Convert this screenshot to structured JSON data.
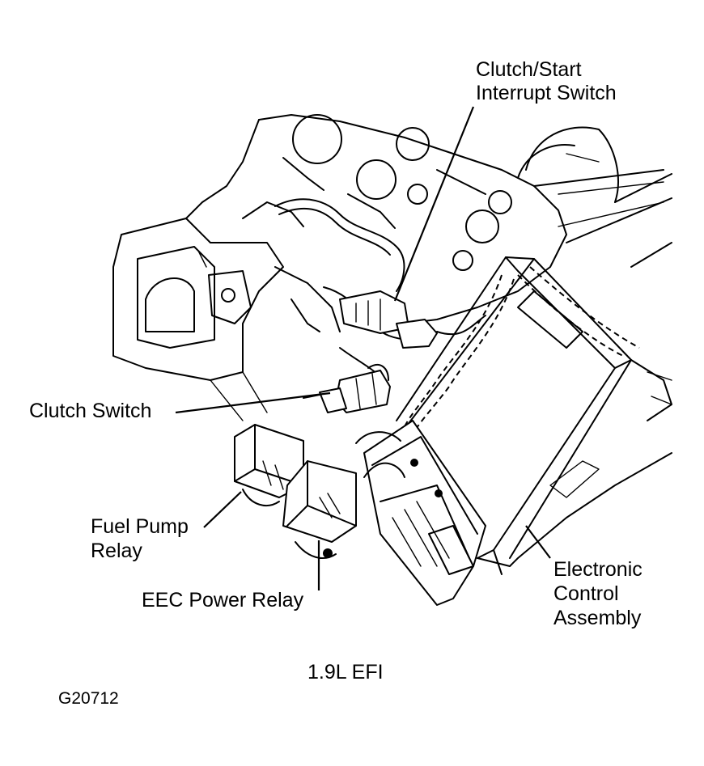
{
  "labels": {
    "clutch_start_line1": "Clutch/Start",
    "clutch_start_line2": "Interrupt Switch",
    "clutch_switch": "Clutch Switch",
    "fuel_pump_line1": "Fuel Pump",
    "fuel_pump_line2": "Relay",
    "eec_power_relay": "EEC Power Relay",
    "eca_line1": "Electronic",
    "eca_line2": "Control",
    "eca_line3": "Assembly",
    "caption": "1.9L EFI",
    "figure_code": "G20712"
  },
  "colors": {
    "ink": "#000000",
    "background": "#ffffff"
  }
}
